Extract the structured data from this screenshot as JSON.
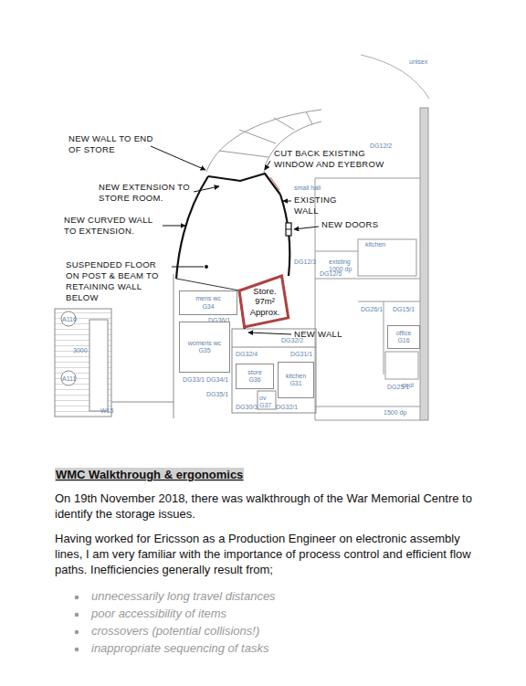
{
  "diagram": {
    "title": "WMC Walkthrough & ergonomics",
    "nodes": [
      {
        "text": [
          "Store. 97m² Approx."
        ]
      },
      {
        "text": [
          "mens wc",
          "G34"
        ]
      },
      {
        "text": [
          "womens wc",
          "G35"
        ]
      },
      {
        "text": [
          "store",
          "G36"
        ]
      },
      {
        "text": [
          "kitchen",
          "G31"
        ]
      },
      {
        "text": [
          "office",
          "G16"
        ]
      }
    ],
    "labels": [
      "NEW WALL TO END OF STORE",
      "NEW EXTENSION TO STORE ROOM.",
      "NEW CURVED WALL TO EXTENSION.",
      "SUSPENDED FLOOR ON POST & BEAM TO RETAINING WALL BELOW",
      "CUT BACK EXISTING WINDOW AND EYEBROW",
      "EXISTING WALL",
      "NEW DOORS",
      "NEW WALL",
      "DG12/2",
      "small hall",
      "DG12/3",
      "existing 1000 dp",
      "DG12/5",
      "kitchen",
      "DG26/1",
      "DG15/1",
      "cool",
      "DG36/1",
      "DG34/1",
      "DG33/1",
      "DG35/1",
      "DG32/4",
      "DG32/2",
      "DG31/1",
      "DG32/1",
      "ov G37",
      "DG30/3",
      "DG25/1",
      "1500 dp",
      "A116",
      "A111",
      "3000",
      "W15",
      "unisex",
      "On 19th November 2018, there was walkthrough of the War Memorial Centre to identify the storage issues.",
      "Having worked for Ericsson as a Production Engineer on electronic assembly lines, I am very familiar with the importance of process control and efficient flow paths. Inefficiencies generally result from;",
      "unnecessarily long travel distances",
      "poor accessibility of items",
      "crossovers (potential collisions!)",
      "inappropriate sequencing of tasks"
    ]
  }
}
